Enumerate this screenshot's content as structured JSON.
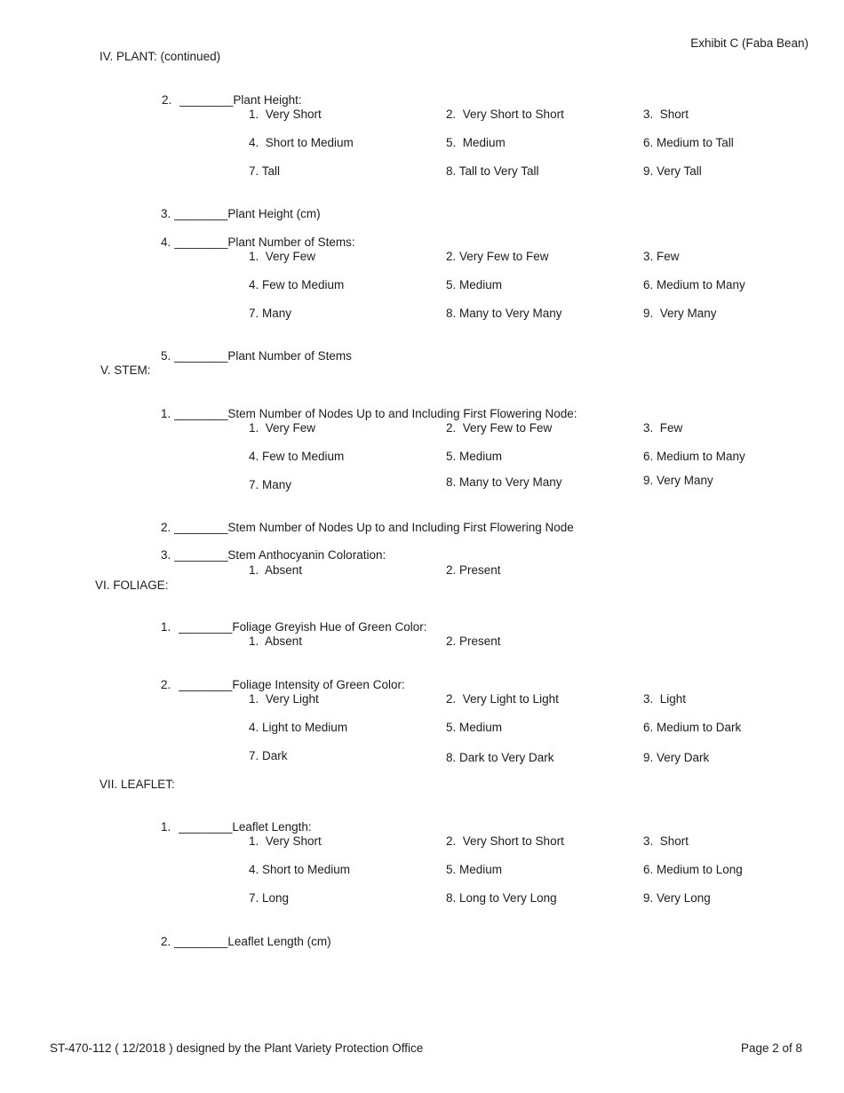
{
  "page": {
    "exhibit_label": "Exhibit C (Faba Bean)",
    "footer": {
      "left": "ST-470-112 ( 12/2018 ) designed by the Plant Variety Protection Office",
      "right": "Page 2 of 8"
    },
    "text_color": "#1c1c1c",
    "background_color": "#ffffff"
  },
  "blank": "________",
  "sections": [
    {
      "heading": "IV. PLANT: (continued)",
      "items": [
        {
          "num": "2.",
          "label": "Plant Height:",
          "options": [
            [
              "1.  Very Short",
              "2.  Very Short to Short",
              "3.  Short"
            ],
            [
              "4.  Short to Medium",
              "5.  Medium",
              "6. Medium to Tall"
            ],
            [
              "7. Tall",
              "8. Tall to Very Tall",
              "9. Very Tall"
            ]
          ]
        },
        {
          "num": "3.",
          "label": "Plant Height (cm)"
        },
        {
          "num": "4.",
          "label": "Plant Number of Stems:",
          "options": [
            [
              "1.  Very Few",
              "2. Very Few to Few",
              "3. Few"
            ],
            [
              "4. Few to Medium",
              "5. Medium",
              "6. Medium to Many"
            ],
            [
              "7. Many",
              "8. Many to Very Many",
              "9.  Very Many"
            ]
          ]
        },
        {
          "num": "5.",
          "label": "Plant Number of Stems"
        }
      ]
    },
    {
      "heading": "V. STEM:",
      "items": [
        {
          "num": "1.",
          "label": "Stem Number of Nodes Up to and Including First Flowering Node:",
          "options": [
            [
              "1.  Very Few",
              "2.  Very Few to Few",
              "3.  Few"
            ],
            [
              "4. Few to Medium",
              "5. Medium",
              "6. Medium to Many"
            ],
            [
              "7. Many",
              "8. Many to Very Many",
              "9. Very Many"
            ]
          ]
        },
        {
          "num": "2.",
          "label": "Stem Number of Nodes Up to and Including First Flowering Node"
        },
        {
          "num": "3.",
          "label": "Stem Anthocyanin Coloration:",
          "options": [
            [
              "1.  Absent",
              "2. Present"
            ]
          ]
        }
      ]
    },
    {
      "heading": "VI. FOLIAGE:",
      "items": [
        {
          "num": "1.",
          "label": "Foliage Greyish Hue of Green Color:",
          "options": [
            [
              "1.  Absent",
              "2. Present"
            ]
          ]
        },
        {
          "num": "2.",
          "label": "Foliage Intensity of Green Color:",
          "options": [
            [
              "1.  Very Light",
              "2.  Very Light to Light",
              "3.  Light"
            ],
            [
              "4. Light to Medium",
              "5. Medium",
              "6. Medium to Dark"
            ],
            [
              "7. Dark",
              "8. Dark to Very Dark",
              "9. Very Dark"
            ]
          ]
        }
      ]
    },
    {
      "heading": "VII. LEAFLET:",
      "items": [
        {
          "num": "1.",
          "label": "Leaflet Length:",
          "options": [
            [
              "1.  Very Short",
              "2.  Very Short to Short",
              "3.  Short"
            ],
            [
              "4. Short to Medium",
              "5. Medium",
              "6. Medium to Long"
            ],
            [
              "7. Long",
              "8. Long to Very Long",
              "9. Very Long"
            ]
          ]
        },
        {
          "num": "2.",
          "label": "Leaflet Length (cm)"
        }
      ]
    }
  ]
}
